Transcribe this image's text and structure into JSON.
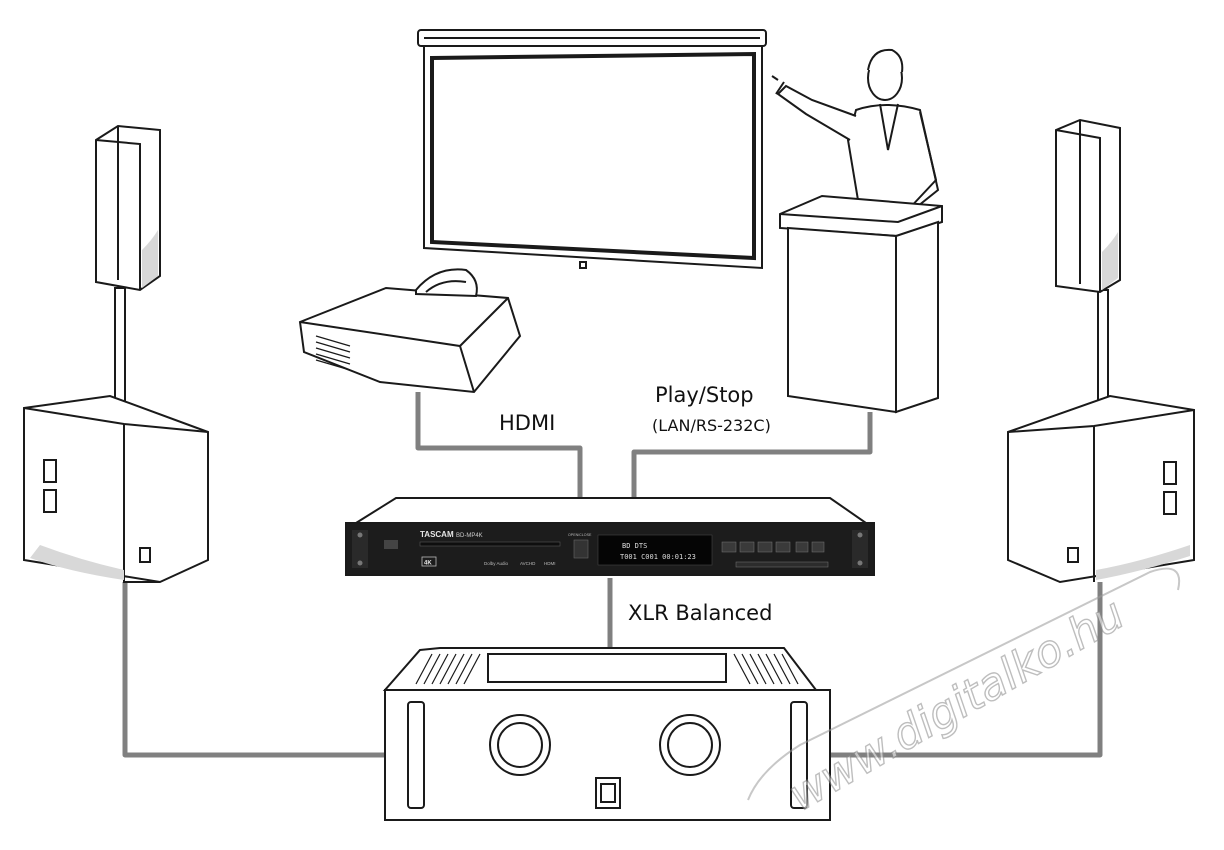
{
  "labels": {
    "hdmi": "HDMI",
    "play_stop": "Play/Stop",
    "lan_rs232c": "(LAN/RS-232C)",
    "xlr_balanced": "XLR Balanced"
  },
  "player": {
    "brand": "TASCAM",
    "model": "BD-MP4K",
    "badge_4k": "4K",
    "display_line1": "BD  DTS",
    "display_line2": "T001 C001 00:01:23",
    "logos": [
      "Dolby Audio",
      "AVCHD",
      "HDMI"
    ],
    "open_close": "OPEN/CLOSE"
  },
  "watermark": {
    "text": "www.digitalko.hu"
  },
  "colors": {
    "cable": "#808080",
    "outline": "#1a1a1a",
    "player_body": "#1c1c1c",
    "display": "#050505",
    "display_text": "#dddddd"
  },
  "icons": {
    "speaker": "speaker-icon",
    "subwoofer": "subwoofer-icon",
    "projector": "projector-icon",
    "screen": "projection-screen-icon",
    "presenter": "presenter-icon",
    "amplifier": "amplifier-icon"
  }
}
